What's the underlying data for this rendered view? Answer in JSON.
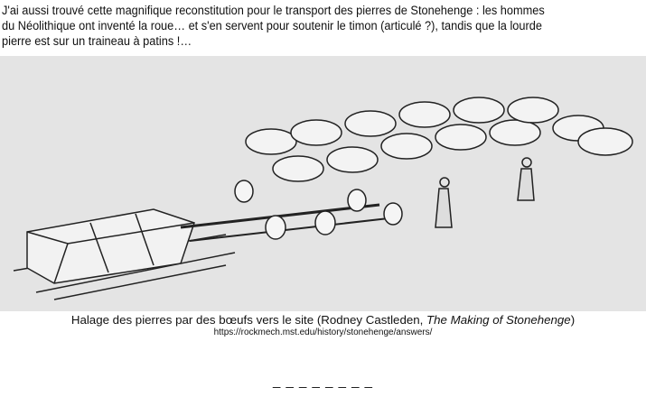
{
  "intro": {
    "lines": [
      "J'ai aussi trouvé cette magnifique reconstitution pour le transport des pierres de Stonehenge : les hommes",
      "du Néolithique ont inventé la roue… et s'en servent pour soutenir le timon (articulé ?), tandis que la lourde",
      "pierre est sur un traineau à patins !…"
    ]
  },
  "figure": {
    "caption_prefix": "Halage des pierres par des bœufs vers le site (Rodney Castleden, ",
    "caption_title": "The Making of Stonehenge",
    "caption_suffix": ")",
    "source_url": "https://rockmech.mst.edu/history/stonehenge/answers/"
  },
  "separator": "_ _ _ _ _ _ _ _"
}
